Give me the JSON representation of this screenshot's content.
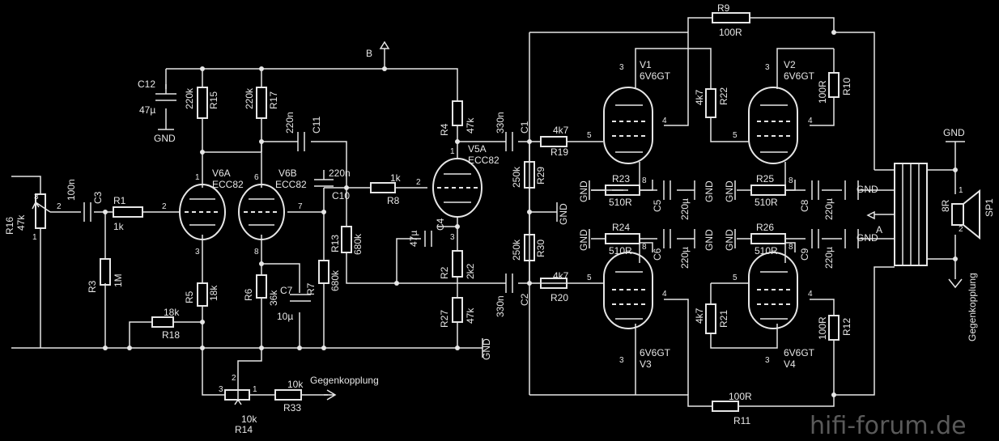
{
  "net": {
    "B": "B",
    "A": "A",
    "gnd": "GND",
    "gk1": "Gegenkopplung",
    "gk2": "Gegenkopplung"
  },
  "parts": {
    "R16": [
      "R16",
      "47k"
    ],
    "C3": [
      "C3",
      "100n"
    ],
    "R1": [
      "R1",
      "1k"
    ],
    "R3": [
      "R3",
      "1M"
    ],
    "R18": [
      "R18",
      "18k"
    ],
    "C12": [
      "C12",
      "47µ"
    ],
    "R15": [
      "R15",
      "220k"
    ],
    "R17": [
      "R17",
      "220k"
    ],
    "C11": [
      "C11",
      "220n"
    ],
    "C10": [
      "C10",
      "220n"
    ],
    "R5": [
      "R5",
      "18k"
    ],
    "R6": [
      "R6",
      "36k"
    ],
    "C7": [
      "C7",
      "10µ"
    ],
    "R7": [
      "R7",
      "680k"
    ],
    "R13": [
      "R13",
      "680k"
    ],
    "R14": [
      "R14",
      "10k"
    ],
    "R33": [
      "R33",
      "10k"
    ],
    "R8": [
      "R8",
      "1k"
    ],
    "R4": [
      "R4",
      "47k"
    ],
    "C4": [
      "C4",
      "47µ"
    ],
    "R2": [
      "R2",
      "2k2"
    ],
    "R27": [
      "R27",
      "47k"
    ],
    "C1": [
      "C1",
      "330n"
    ],
    "C2": [
      "C2",
      "330n"
    ],
    "R29": [
      "R29",
      "250k"
    ],
    "R30": [
      "R30",
      "250k"
    ],
    "R19": [
      "R19",
      "4k7"
    ],
    "R20": [
      "R20",
      "4k7"
    ],
    "R9": [
      "R9",
      "100R"
    ],
    "R11": [
      "R11",
      "100R"
    ],
    "R22": [
      "R22",
      "4k7"
    ],
    "R21": [
      "R21",
      "4k7"
    ],
    "R10": [
      "R10",
      "100R"
    ],
    "R12": [
      "R12",
      "100R"
    ],
    "R23": [
      "R23",
      "510R"
    ],
    "R25": [
      "R25",
      "510R"
    ],
    "R24": [
      "R24",
      "510R"
    ],
    "R26": [
      "R26",
      "510R"
    ],
    "C5": [
      "C5",
      "220µ"
    ],
    "C8": [
      "C8",
      "220µ"
    ],
    "C6": [
      "C6",
      "220µ"
    ],
    "C9": [
      "C9",
      "220µ"
    ],
    "SP1": [
      "SP1",
      "8R"
    ]
  },
  "tubes": {
    "V6A": [
      "V6A",
      "ECC82"
    ],
    "V6B": [
      "V6B",
      "ECC82"
    ],
    "V5A": [
      "V5A",
      "ECC82"
    ],
    "V1": [
      "V1",
      "6V6GT"
    ],
    "V2": [
      "V2",
      "6V6GT"
    ],
    "V3": [
      "V3",
      "6V6GT"
    ],
    "V4": [
      "V4",
      "6V6GT"
    ]
  },
  "pins": {
    "p1": "1",
    "p2": "2",
    "p3": "3",
    "p4": "4",
    "p5": "5",
    "p6": "6",
    "p7": "7",
    "p8": "8"
  },
  "watermark": "hifi-forum.de"
}
